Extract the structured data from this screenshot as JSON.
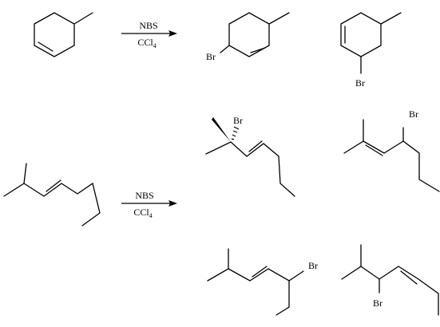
{
  "reactions": [
    {
      "reagent_top": "NBS",
      "reagent_bottom_main": "CCl",
      "reagent_bottom_sub": "4",
      "products": [
        {
          "label": "Br"
        },
        {
          "label": "Br"
        }
      ]
    },
    {
      "reagent_top": "NBS",
      "reagent_bottom_main": "CCl",
      "reagent_bottom_sub": "4",
      "products": [
        {
          "label": "Br"
        },
        {
          "label": "Br"
        },
        {
          "label": "Br"
        },
        {
          "label": "Br"
        }
      ]
    }
  ],
  "colors": {
    "ink": "#000000",
    "background": "#ffffff"
  }
}
